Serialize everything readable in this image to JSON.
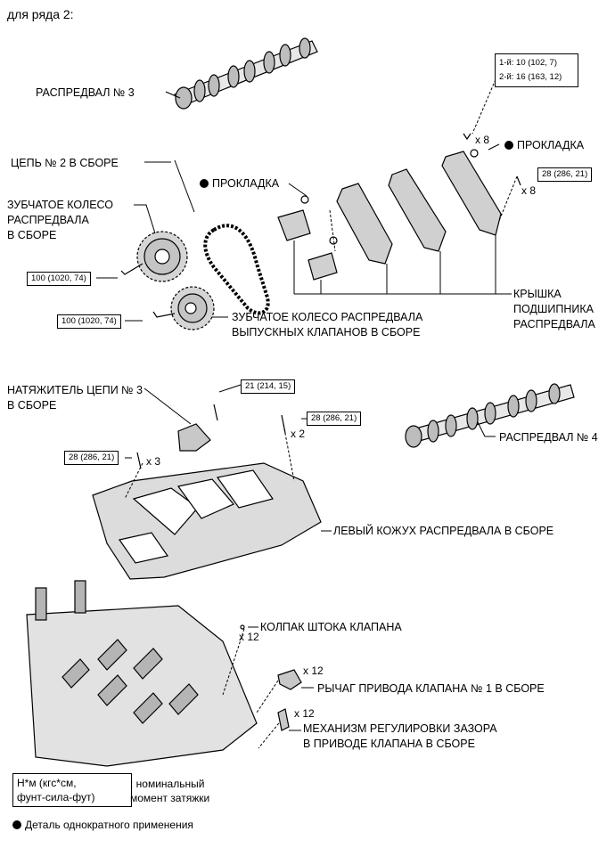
{
  "header": "для ряда 2:",
  "labels": {
    "camshaft3": "РАСПРЕДВАЛ № 3",
    "chain2": "ЦЕПЬ № 2 В СБОРЕ",
    "gasket_left": "ПРОКЛАДКА",
    "gasket_right": "ПРОКЛАДКА",
    "sprocket_intake": [
      "ЗУБЧАТОЕ КОЛЕСО",
      "РАСПРЕДВАЛА",
      "В СБОРЕ"
    ],
    "sprocket_exhaust": [
      "ЗУБЧАТОЕ КОЛЕСО РАСПРЕДВАЛА",
      "ВЫПУСКНЫХ КЛАПАНОВ В СБОРЕ"
    ],
    "bearing_cap": [
      "КРЫШКА",
      "ПОДШИПНИКА",
      "РАСПРЕДВАЛА"
    ],
    "tensioner3": [
      "НАТЯЖИТЕЛЬ ЦЕПИ № 3",
      "В СБОРЕ"
    ],
    "camshaft4": "РАСПРЕДВАЛ № 4",
    "housing_left": "ЛЕВЫЙ КОЖУХ РАСПРЕДВАЛА В СБОРЕ",
    "stem_cap": "КОЛПАК ШТОКА КЛАПАНА",
    "rocker_arm": "РЫЧАГ ПРИВОДА КЛАПАНА № 1 В СБОРЕ",
    "lash_adjuster": [
      "МЕХАНИЗМ РЕГУЛИРОВКИ ЗАЗОРА",
      "В ПРИВОДЕ КЛАПАНА В СБОРЕ"
    ]
  },
  "torques": {
    "bearing_cap_seq": [
      "1-й: 10 (102, 7)",
      "2-й: 16 (163, 12)"
    ],
    "bearing_cap_bolt": "28 (286, 21)",
    "sprocket_intake": "100 (1020, 74)",
    "sprocket_exhaust": "100 (1020, 74)",
    "tensioner": "21 (214, 15)",
    "housing_right": "28 (286, 21)",
    "housing_left": "28 (286, 21)"
  },
  "quantities": {
    "cap_bolts_top": "x 8",
    "cap_bolts_side": "x 8",
    "housing_right": "x 2",
    "housing_left": "x 3",
    "stem_cap": "x 12",
    "rocker_arm": "x 12",
    "lash_adjuster": "x 12"
  },
  "legend": {
    "unit": [
      "Н*м (кгс*см,",
      "фунт-сила-фут)"
    ],
    "unit_desc": [
      ": номинальный",
      "момент затяжки"
    ],
    "single_use": "Деталь однократного применения"
  }
}
